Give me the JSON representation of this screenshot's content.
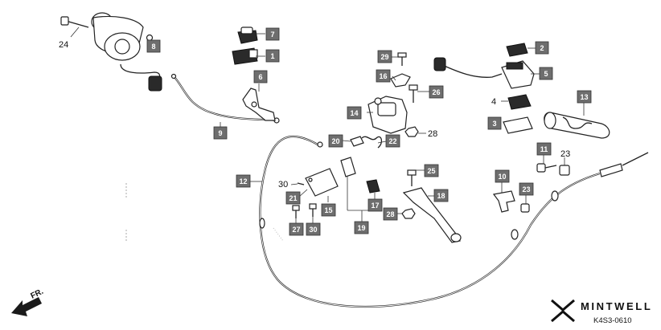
{
  "callouts": [
    {
      "label": "1"
    },
    {
      "label": "2"
    },
    {
      "label": "3"
    },
    {
      "label": "4"
    },
    {
      "label": "5"
    },
    {
      "label": "6"
    },
    {
      "label": "7"
    },
    {
      "label": "8"
    },
    {
      "label": "9"
    },
    {
      "label": "10"
    },
    {
      "label": "11"
    },
    {
      "label": "12"
    },
    {
      "label": "13"
    },
    {
      "label": "14"
    },
    {
      "label": "15"
    },
    {
      "label": "16"
    },
    {
      "label": "17"
    },
    {
      "label": "18"
    },
    {
      "label": "19"
    },
    {
      "label": "20"
    },
    {
      "label": "21"
    },
    {
      "label": "22"
    },
    {
      "label": "23"
    },
    {
      "label": "25"
    },
    {
      "label": "26"
    },
    {
      "label": "27"
    },
    {
      "label": "28"
    },
    {
      "label": "29"
    },
    {
      "label": "30"
    }
  ],
  "plain_labels": [
    {
      "label": "24"
    },
    {
      "label": "4"
    },
    {
      "label": "23"
    },
    {
      "label": "30"
    },
    {
      "label": "28"
    }
  ],
  "brand": {
    "name": "MINTWELL"
  },
  "diagram_code": "K4S3-0610",
  "front_marker": "FR."
}
